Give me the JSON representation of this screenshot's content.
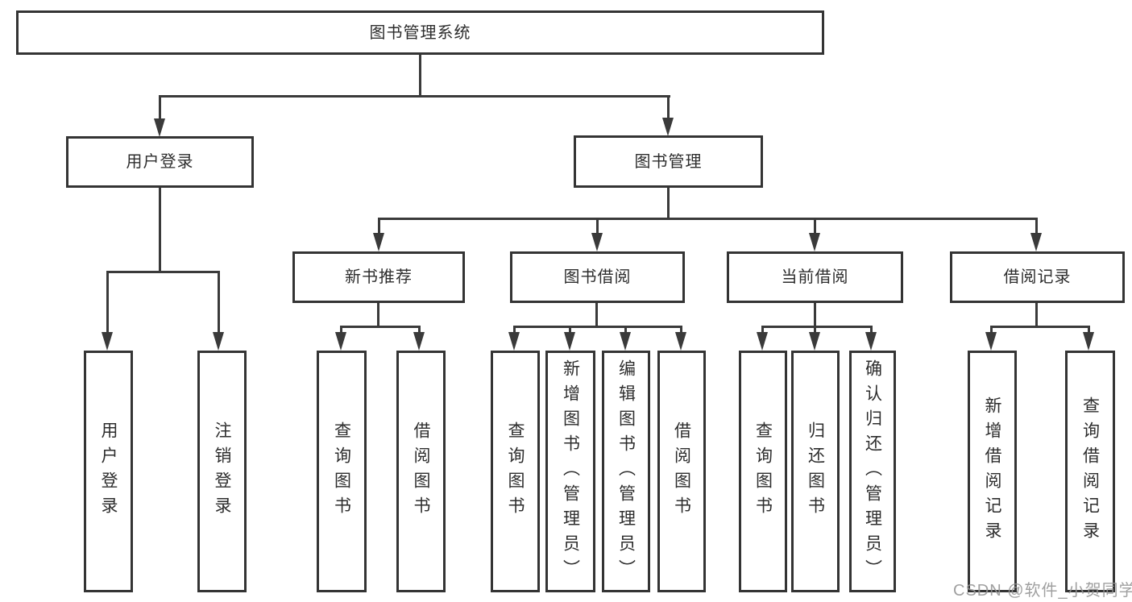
{
  "diagram": {
    "type": "hierarchy-tree",
    "orientation": "top-down",
    "tree": {
      "root": {
        "label": "图书管理系统",
        "children": [
          {
            "label": "用户登录",
            "children": [
              {
                "label": "用户登录"
              },
              {
                "label": "注销登录"
              }
            ]
          },
          {
            "label": "图书管理",
            "children": [
              {
                "label": "新书推荐",
                "children": [
                  {
                    "label": "查询图书"
                  },
                  {
                    "label": "借阅图书"
                  }
                ]
              },
              {
                "label": "图书借阅",
                "children": [
                  {
                    "label": "查询图书"
                  },
                  {
                    "label": "新增图书（管理员）"
                  },
                  {
                    "label": "编辑图书（管理员）"
                  },
                  {
                    "label": "借阅图书"
                  }
                ]
              },
              {
                "label": "当前借阅",
                "children": [
                  {
                    "label": "查询图书"
                  },
                  {
                    "label": "归还图书"
                  },
                  {
                    "label": "确认归还（管理员）"
                  }
                ]
              },
              {
                "label": "借阅记录",
                "children": [
                  {
                    "label": "新增借阅记录"
                  },
                  {
                    "label": "查询借阅记录"
                  }
                ]
              }
            ]
          }
        ]
      }
    },
    "colors": {
      "line": "#3a3a3a",
      "box_border": "#343434",
      "text": "#2d2d2d",
      "background": "#ffffff"
    }
  },
  "watermark": {
    "text": "CSDN @软件_小贺同学"
  }
}
